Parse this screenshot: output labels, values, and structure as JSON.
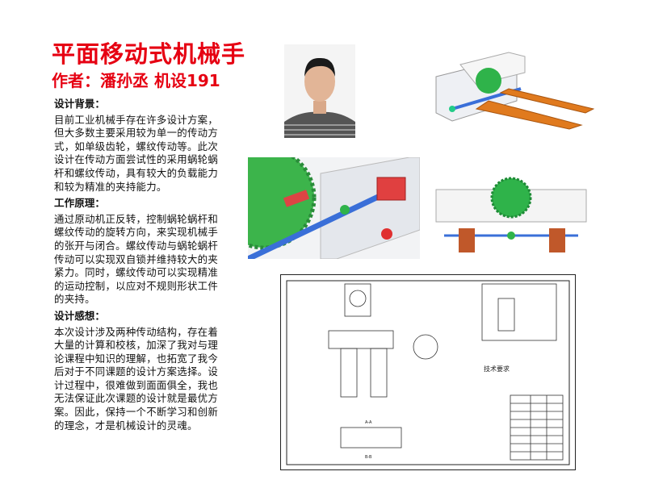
{
  "title": "平面移动式机械手",
  "author": "作者：潘孙丞  机设191",
  "sections": [
    {
      "heading": "设计背景：",
      "body": "目前工业机械手存在许多设计方案，但大多数主要采用较为单一的传动方式，如单级齿轮，螺纹传动等。此次设计在传动方面尝试性的采用蜗轮蜗杆和螺纹传动，具有较大的负载能力和较为精准的夹持能力。"
    },
    {
      "heading": "工作原理：",
      "body": "通过原动机正反转，控制蜗轮蜗杆和螺纹传动的旋转方向，来实现机械手的张开与闭合。螺纹传动与蜗轮蜗杆传动可以实现双自锁并维持较大的夹紧力。同时，螺纹传动可以实现精准的运动控制，以应对不规则形状工件的夹持。"
    },
    {
      "heading": "设计感想：",
      "body": "本次设计涉及两种传动结构，存在着大量的计算和校核，加深了我对与理论课程中知识的理解，也拓宽了我今后对于不同课题的设计方案选择。设计过程中，很难做到面面俱全，我也无法保证此次课题的设计就是最优方案。因此，保持一个不断学习和创新的理念，才是机械设计的灵魂。"
    }
  ],
  "drawing": {
    "tech_req": "技术要求",
    "section_a": "A-A",
    "section_b": "B-B"
  },
  "colors": {
    "title": "#e60012",
    "gear": "#2fb34a",
    "jaw": "#e07a1e",
    "shaft": "#3a6fd8"
  }
}
